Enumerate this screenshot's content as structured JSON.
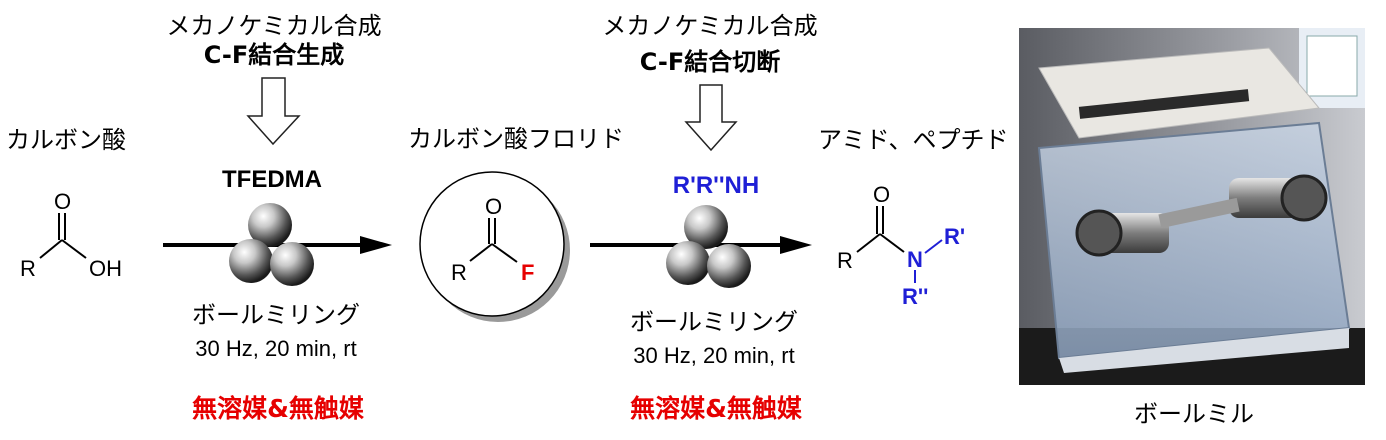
{
  "step1": {
    "heading_line1": "メカノケミカル合成",
    "heading_line2": "C-F結合生成",
    "reagent": "TFEDMA",
    "method": "ボールミリング",
    "conditions": "30 Hz, 20 min, rt",
    "note": "無溶媒&無触媒"
  },
  "step2": {
    "heading_line1": "メカノケミカル合成",
    "heading_line2": "C-F結合切断",
    "reagent": "R'R''NH",
    "method": "ボールミリング",
    "conditions": "30 Hz, 20 min, rt",
    "note": "無溶媒&無触媒"
  },
  "compounds": {
    "start_label": "カルボン酸",
    "intermediate_label": "カルボン酸フロリド",
    "product_label": "アミド、ペプチド"
  },
  "structures": {
    "start": {
      "o": "O",
      "r": "R",
      "oh": "OH"
    },
    "intermediate": {
      "o": "O",
      "r": "R",
      "f": "F"
    },
    "product": {
      "o": "O",
      "r": "R",
      "n": "N",
      "r1": "R'",
      "r2": "R''"
    }
  },
  "photo": {
    "caption": "ボールミル"
  },
  "colors": {
    "highlight_red": "#e60000",
    "reagent_blue": "#1f1fd6"
  }
}
